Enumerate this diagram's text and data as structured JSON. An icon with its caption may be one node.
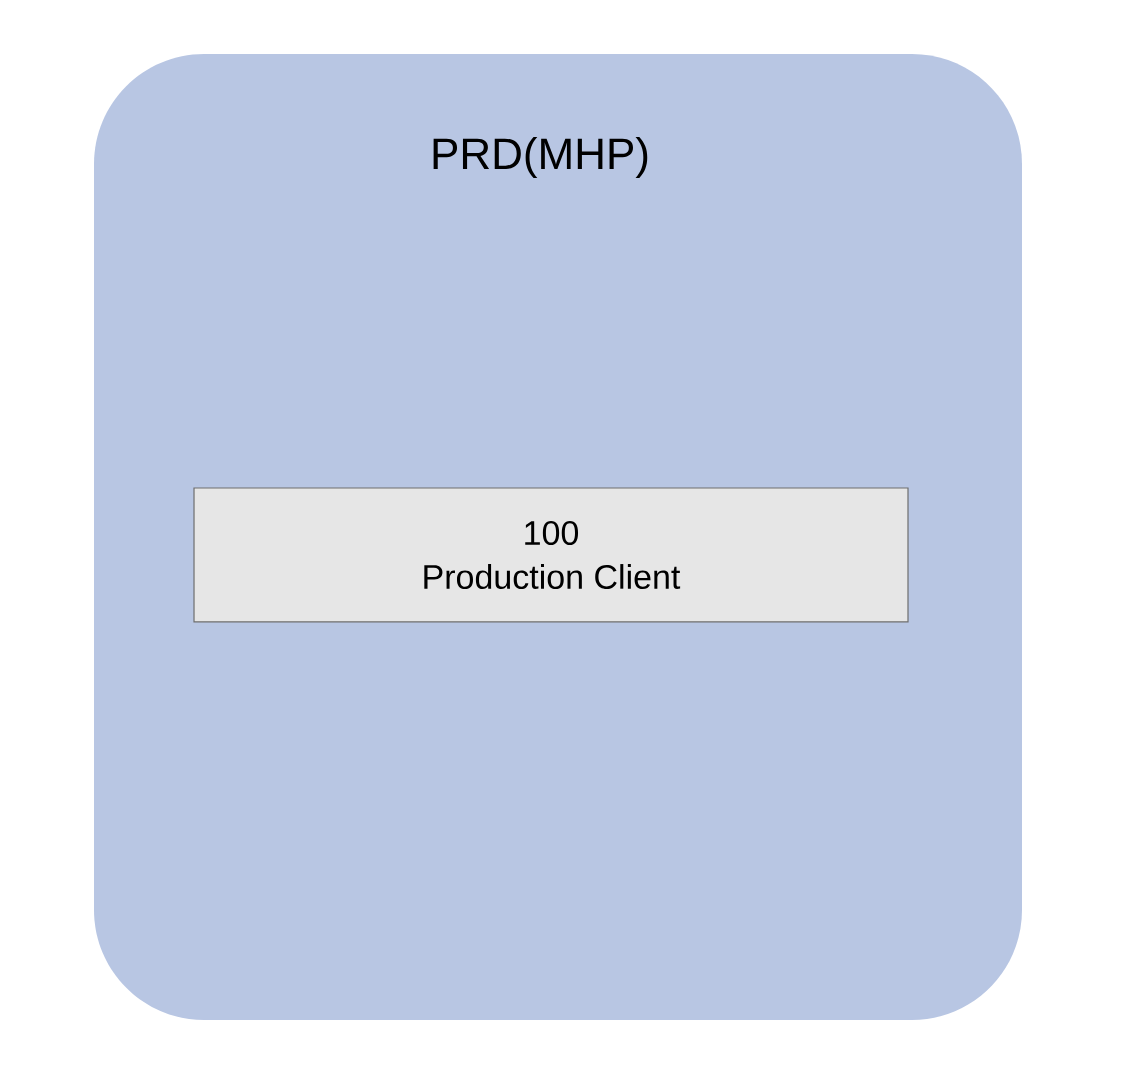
{
  "diagram": {
    "nodes": [
      {
        "text": [
          "PRD(MHP)"
        ]
      },
      {
        "text": [
          "100",
          "Production Client"
        ],
        "in": 0
      }
    ]
  }
}
